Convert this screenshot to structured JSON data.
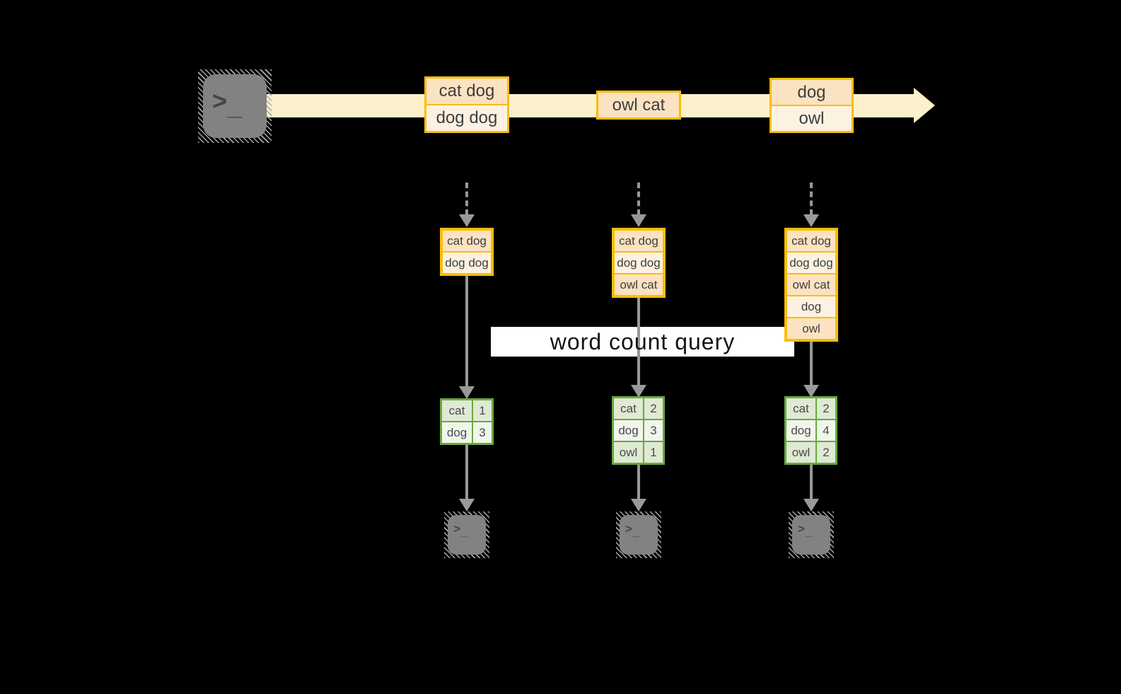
{
  "banner_label": "word count query",
  "icons": {
    "prompt": ">",
    "cursor": "_"
  },
  "stream": {
    "source_icon": "terminal",
    "messages": [
      {
        "rows": [
          "cat dog",
          "dog dog"
        ]
      },
      {
        "rows": [
          "owl cat"
        ]
      },
      {
        "rows": [
          "dog",
          "owl"
        ]
      }
    ]
  },
  "workers": [
    {
      "buffer": [
        "cat dog",
        "dog dog"
      ],
      "counts": [
        [
          "cat",
          "1"
        ],
        [
          "dog",
          "3"
        ]
      ],
      "sink_icon": "terminal"
    },
    {
      "buffer": [
        "cat dog",
        "dog dog",
        "owl cat"
      ],
      "counts": [
        [
          "cat",
          "2"
        ],
        [
          "dog",
          "3"
        ],
        [
          "owl",
          "1"
        ]
      ],
      "sink_icon": "terminal"
    },
    {
      "buffer": [
        "cat dog",
        "dog dog",
        "owl cat",
        "dog",
        "owl"
      ],
      "counts": [
        [
          "cat",
          "2"
        ],
        [
          "dog",
          "4"
        ],
        [
          "owl",
          "2"
        ]
      ],
      "sink_icon": "terminal"
    }
  ],
  "colors": {
    "background": "#000000",
    "stream_band": "#fcf1cc",
    "box_border": "#fbbd08",
    "box_fill_dark": "#fbe2c1",
    "box_fill_light": "#fdf2e2",
    "table_border": "#68a93f",
    "table_fill_dark": "#dfe9d3",
    "table_fill_light": "#f1f6ec",
    "arrow_gray": "#999999",
    "terminal_fill": "#828282",
    "terminal_hatch": "#a9a9a9",
    "banner_bg": "#ffffff",
    "banner_text": "#141414",
    "text_dark": "#3e3e3e"
  }
}
